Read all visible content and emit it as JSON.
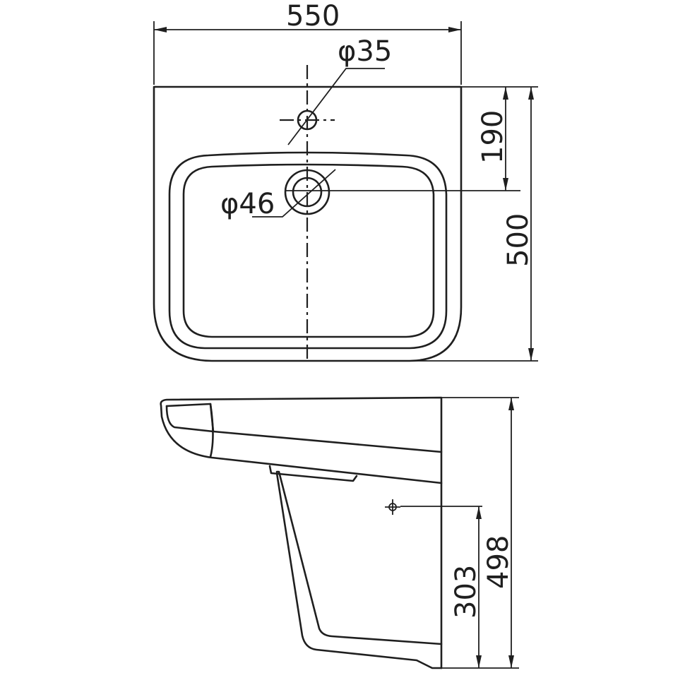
{
  "dimensions": {
    "width": "550",
    "depth": "500",
    "tap_offset": "190",
    "tap_hole": "φ35",
    "drain_hole": "φ46",
    "total_height": "498",
    "drain_height": "303"
  },
  "colors": {
    "line": "#1f1f1f",
    "background": "#ffffff"
  }
}
